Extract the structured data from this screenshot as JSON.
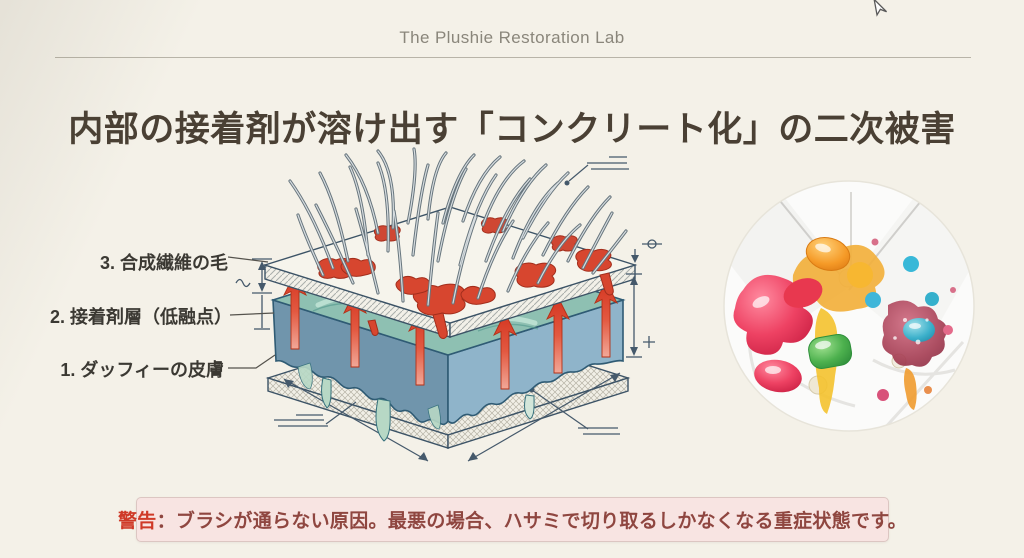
{
  "header": {
    "brand": "The Plushie Restoration Lab"
  },
  "title": "内部の接着剤が溶け出す「コンクリート化」の二次被害",
  "diagram": {
    "type": "isometric-layer-stack",
    "layer_labels": [
      {
        "text": "3. 合成繊維の毛"
      },
      {
        "text": "2. 接着剤層（低融点）"
      },
      {
        "text": "1. ダッフィーの皮膚"
      }
    ],
    "icons": [
      "melted-adhesive-up-arrow",
      "dimension-arrow",
      "note-scribble-lines"
    ]
  },
  "photo": {
    "shape": "circle"
  },
  "warning": {
    "label": "警告",
    "text": "：ブラシが通らない原因。最悪の場合、ハサミで切り取るしかなくなる重症状態です。"
  },
  "colors": {
    "background": "#f4f1e8",
    "header_text": "#8a867b",
    "title_text": "#4a4034",
    "label_text": "#3b3933",
    "warning_bg": "#f8e4e2",
    "warning_border": "#dcc6c2",
    "warning_label_red": "#cf3a28",
    "warning_text_red": "#8f4640",
    "adhesive_blue": "#7095ac",
    "adhesive_teal": "#8ec0b2",
    "drip_green": "#b7d8c5",
    "arrow_red": "#d7462f",
    "annotation_slate": "#45596b"
  }
}
